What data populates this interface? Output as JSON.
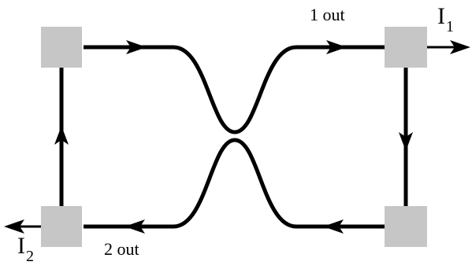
{
  "labels": {
    "out1": "1 out",
    "out2": "2 out",
    "current1": {
      "symbol": "I",
      "subscript": "1"
    },
    "current2": {
      "symbol": "I",
      "subscript": "2"
    }
  },
  "colors": {
    "line": "#000000",
    "node": "#c6c6c6",
    "background": "#ffffff"
  }
}
